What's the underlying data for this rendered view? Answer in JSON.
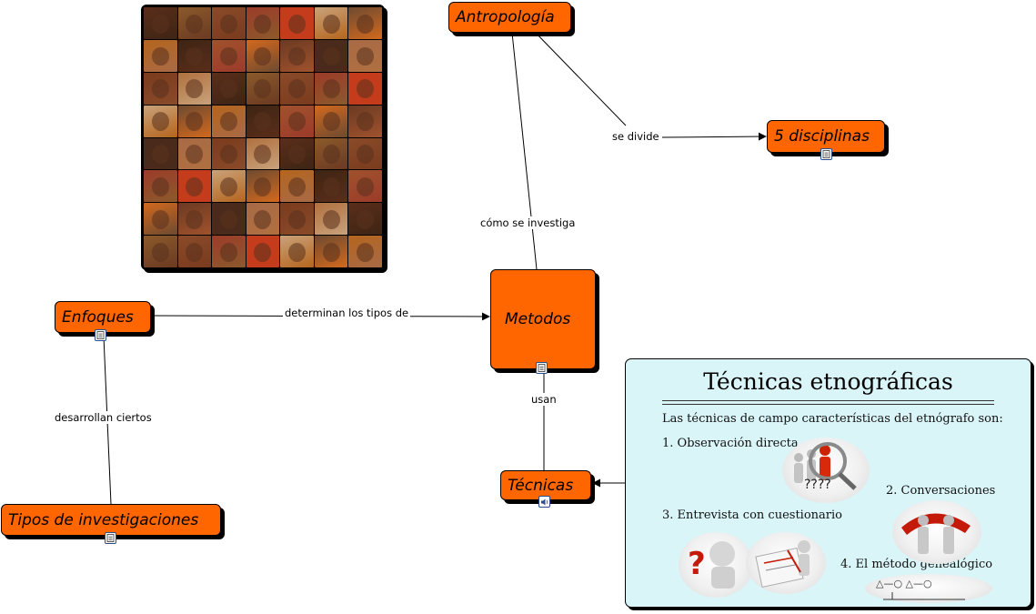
{
  "nodes": {
    "antropologia": "Antropología",
    "disciplinas": "5 disciplinas",
    "metodos": "Metodos",
    "enfoques": "Enfoques",
    "tipos": "Tipos de investigaciones",
    "tecnicas": "Técnicas"
  },
  "links": {
    "se_divide": "se divide",
    "como_se_investiga": "cómo se investiga",
    "determinan": "determinan los tipos de",
    "desarrollan": "desarrollan ciertos",
    "usan": "usan"
  },
  "info_panel": {
    "title": "Técnicas etnográficas",
    "intro": "Las técnicas de campo características del etnógrafo son:",
    "item1": "1.  Observación directa",
    "item2": "2.  Conversaciones",
    "item3": "3.  Entrevista con cuestionario",
    "item4": "4.  El método genealógico",
    "question_marks": "????",
    "genealogy_symbols": "△—○  △—○"
  },
  "colors": {
    "node_fill": "#ff6600",
    "panel_fill": "#d9f5f8",
    "badge_border": "#2b4c8c"
  },
  "icons": {
    "document": "document-icon",
    "audio": "speaker-icon"
  }
}
